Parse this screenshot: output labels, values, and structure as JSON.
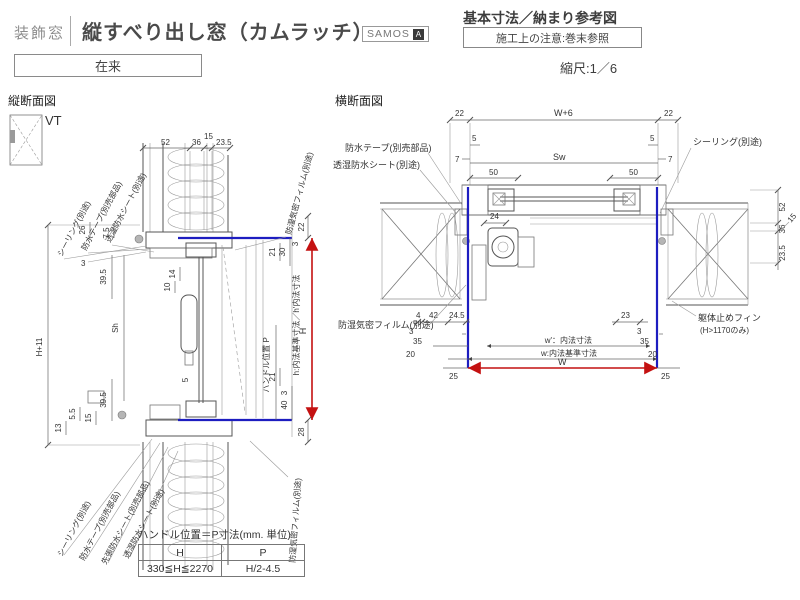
{
  "header": {
    "category": "装飾窓",
    "title": "縦すべり出し窓（カムラッチ）",
    "brand": "SAMOS",
    "brand_mark": "A",
    "construction_label": "在来",
    "doc_title": "基本寸法／納まり参考図",
    "note": "施工上の注意:巻末参照",
    "scale": "縮尺:1／6"
  },
  "colors": {
    "accent_blue": "#1d1dc0",
    "accent_red": "#c41111",
    "line": "#555555"
  },
  "vertical_section": {
    "label": "縦断面図",
    "symbol": "VT",
    "upper_leaders": [
      "シーリング(別途)",
      "防水テープ(別売部品)",
      "透湿防水シート(別途)"
    ],
    "film_label_top": "防湿気密フィルム(別途)",
    "film_label_bottom": "防湿気密フィルム(別途)",
    "lower_leaders": [
      "シーリング(別途)",
      "防水テープ(別売部品)",
      "先張防水シート(別売部品)",
      "透湿防水シート(別途)"
    ],
    "dims": {
      "d52": "52",
      "d36": "36",
      "d15": "15",
      "d235": "23.5",
      "d26": "26",
      "d75": "7.5",
      "d3a": "3",
      "d395a": "39.5",
      "h11": "H+11",
      "sh": "Sh",
      "d14": "14",
      "d10": "10",
      "d5": "5",
      "d22": "22",
      "d30": "30",
      "d3b": "3",
      "d21a": "21",
      "inner": "h:内法基準寸法／h'内法寸法",
      "bigH": "H",
      "handle": "ハンドル位置 P",
      "d21b": "21",
      "d3c": "3",
      "d40": "40",
      "d28": "28",
      "d395b": "39.5",
      "d55": "5.5",
      "d15b": "15",
      "d13": "13"
    },
    "table": {
      "title": "ハンドル位置＝P寸法(mm. 単位)",
      "col_h": "H",
      "col_p": "P",
      "row_h": "330≦H≦2270",
      "row_p": "H/2-4.5"
    }
  },
  "horizontal_section": {
    "label": "横断面図",
    "leader_tape": "防水テープ(別売部品)",
    "leader_sheet": "透湿防水シート(別途)",
    "leader_film": "防湿気密フィルム(別途)",
    "sealing_label": "シーリング(別途)",
    "fin_label": "躯体止めフィン",
    "fin_note": "(H>1170のみ)",
    "dims": {
      "w6": "W+6",
      "d22l": "22",
      "d22r": "22",
      "d5l": "5",
      "d7l": "7",
      "d5r": "5",
      "d7r": "7",
      "sw": "Sw",
      "d50l": "50",
      "d50r": "50",
      "d52": "52",
      "d36": "36",
      "d15": "15",
      "d235": "23.5",
      "d24": "24",
      "d4": "4",
      "d42": "42",
      "d245": "24.5",
      "d23": "23",
      "d3l": "3",
      "d3r": "3",
      "d35l": "35",
      "d35r": "35",
      "d20l": "20",
      "d20r": "20",
      "d25l": "25",
      "d25r": "25",
      "winner": "w'：内法寸法",
      "wbase": "w:内法基準寸法",
      "bigW": "W"
    }
  }
}
